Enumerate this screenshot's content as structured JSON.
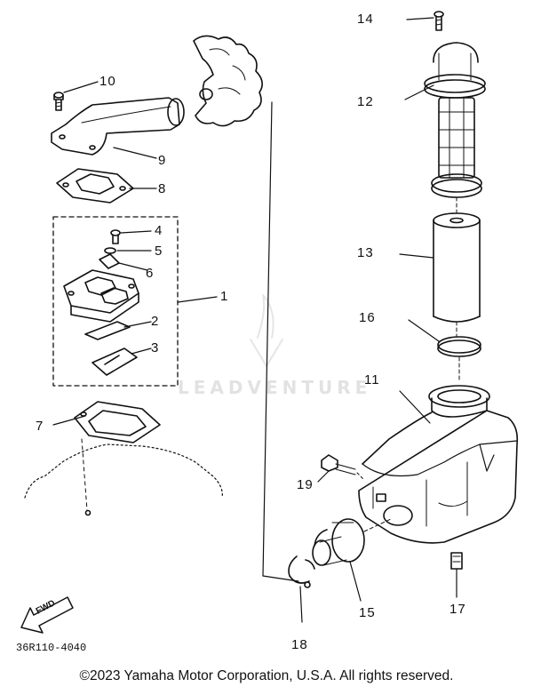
{
  "diagram": {
    "callouts": [
      {
        "id": "c1",
        "label": "1"
      },
      {
        "id": "c2",
        "label": "2"
      },
      {
        "id": "c3",
        "label": "3"
      },
      {
        "id": "c4",
        "label": "4"
      },
      {
        "id": "c5",
        "label": "5"
      },
      {
        "id": "c6",
        "label": "6"
      },
      {
        "id": "c7",
        "label": "7"
      },
      {
        "id": "c8",
        "label": "8"
      },
      {
        "id": "c9",
        "label": "9"
      },
      {
        "id": "c10",
        "label": "10"
      },
      {
        "id": "c11",
        "label": "11"
      },
      {
        "id": "c12",
        "label": "12"
      },
      {
        "id": "c13",
        "label": "13"
      },
      {
        "id": "c14",
        "label": "14"
      },
      {
        "id": "c15",
        "label": "15"
      },
      {
        "id": "c16",
        "label": "16"
      },
      {
        "id": "c17",
        "label": "17"
      },
      {
        "id": "c18",
        "label": "18"
      },
      {
        "id": "c19",
        "label": "19"
      }
    ],
    "diagram_code": "36R110-4040",
    "fwd_label": "FWD",
    "watermark_text": "LEADVENTURE",
    "copyright": "©2023 Yamaha Motor Corporation, U.S.A. All rights reserved."
  },
  "colors": {
    "line": "#111111",
    "background": "#ffffff",
    "watermark": "#c8c8c8"
  }
}
